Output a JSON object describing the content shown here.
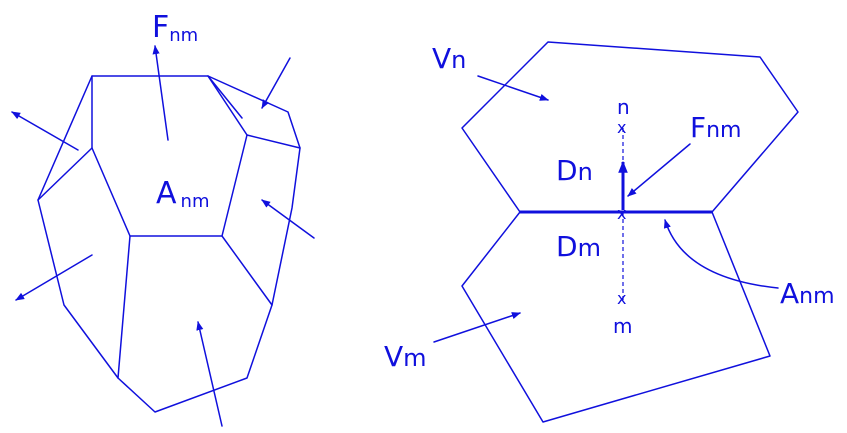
{
  "left": {
    "flux": {
      "main": "F",
      "sub": "nm"
    },
    "area": {
      "main": "A",
      "sub": "nm"
    }
  },
  "right": {
    "cell_n": {
      "main": "V",
      "sub": "n"
    },
    "cell_m": {
      "main": "V",
      "sub": "m"
    },
    "point_n": "n",
    "point_m": "m",
    "dist_n": {
      "main": "D",
      "sub": "n"
    },
    "dist_m": {
      "main": "D",
      "sub": "m"
    },
    "flux": {
      "main": "F",
      "sub": "nm"
    },
    "area": {
      "main": "A",
      "sub": "nm"
    }
  },
  "colors": {
    "ink": "#1010dd",
    "background": "#ffffff"
  }
}
